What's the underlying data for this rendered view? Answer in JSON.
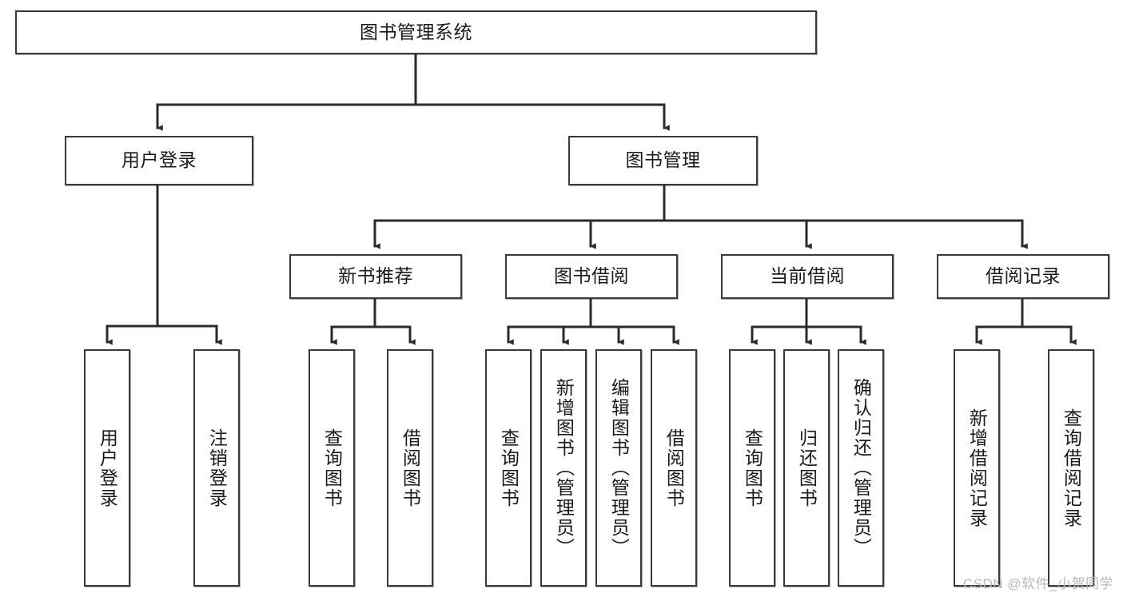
{
  "diagram": {
    "type": "tree-hierarchy-chart",
    "title": "图书管理系统",
    "root": {
      "id": "root",
      "label": "图书管理系统",
      "orientation": "horizontal"
    },
    "level1": [
      {
        "id": "user-login",
        "label": "用户登录",
        "orientation": "horizontal"
      },
      {
        "id": "book-manage",
        "label": "图书管理",
        "orientation": "horizontal"
      }
    ],
    "level2": [
      {
        "id": "new-book-recommend",
        "label": "新书推荐",
        "orientation": "horizontal",
        "parent": "book-manage"
      },
      {
        "id": "book-borrow",
        "label": "图书借阅",
        "orientation": "horizontal",
        "parent": "book-manage"
      },
      {
        "id": "current-borrow",
        "label": "当前借阅",
        "orientation": "horizontal",
        "parent": "book-manage"
      },
      {
        "id": "borrow-record",
        "label": "借阅记录",
        "orientation": "horizontal",
        "parent": "book-manage"
      }
    ],
    "leaves": [
      {
        "id": "leaf-user-login",
        "label": "用户登录",
        "parent": "user-login"
      },
      {
        "id": "leaf-user-logout",
        "label": "注销登录",
        "parent": "user-login"
      },
      {
        "id": "leaf-query-book-1",
        "label": "查询图书",
        "parent": "new-book-recommend"
      },
      {
        "id": "leaf-borrow-book-1",
        "label": "借阅图书",
        "parent": "new-book-recommend"
      },
      {
        "id": "leaf-query-book-2",
        "label": "查询图书",
        "parent": "book-borrow"
      },
      {
        "id": "leaf-add-book",
        "label": "新增图书（管理员）",
        "parent": "book-borrow"
      },
      {
        "id": "leaf-edit-book",
        "label": "编辑图书（管理员）",
        "parent": "book-borrow"
      },
      {
        "id": "leaf-borrow-book-2",
        "label": "借阅图书",
        "parent": "book-borrow"
      },
      {
        "id": "leaf-query-book-3",
        "label": "查询图书",
        "parent": "current-borrow"
      },
      {
        "id": "leaf-return-book",
        "label": "归还图书",
        "parent": "current-borrow"
      },
      {
        "id": "leaf-confirm-return",
        "label": "确认归还（管理员）",
        "parent": "current-borrow"
      },
      {
        "id": "leaf-add-record",
        "label": "新增借阅记录",
        "parent": "borrow-record"
      },
      {
        "id": "leaf-query-record",
        "label": "查询借阅记录",
        "parent": "borrow-record"
      }
    ],
    "watermark": "CSDN @软件_小贺同学",
    "colors": {
      "border": "#3a3a3a",
      "background": "#ffffff",
      "text": "#1a1a1a",
      "connector": "#2b2b2b",
      "watermark": "#b9b9b9"
    }
  }
}
